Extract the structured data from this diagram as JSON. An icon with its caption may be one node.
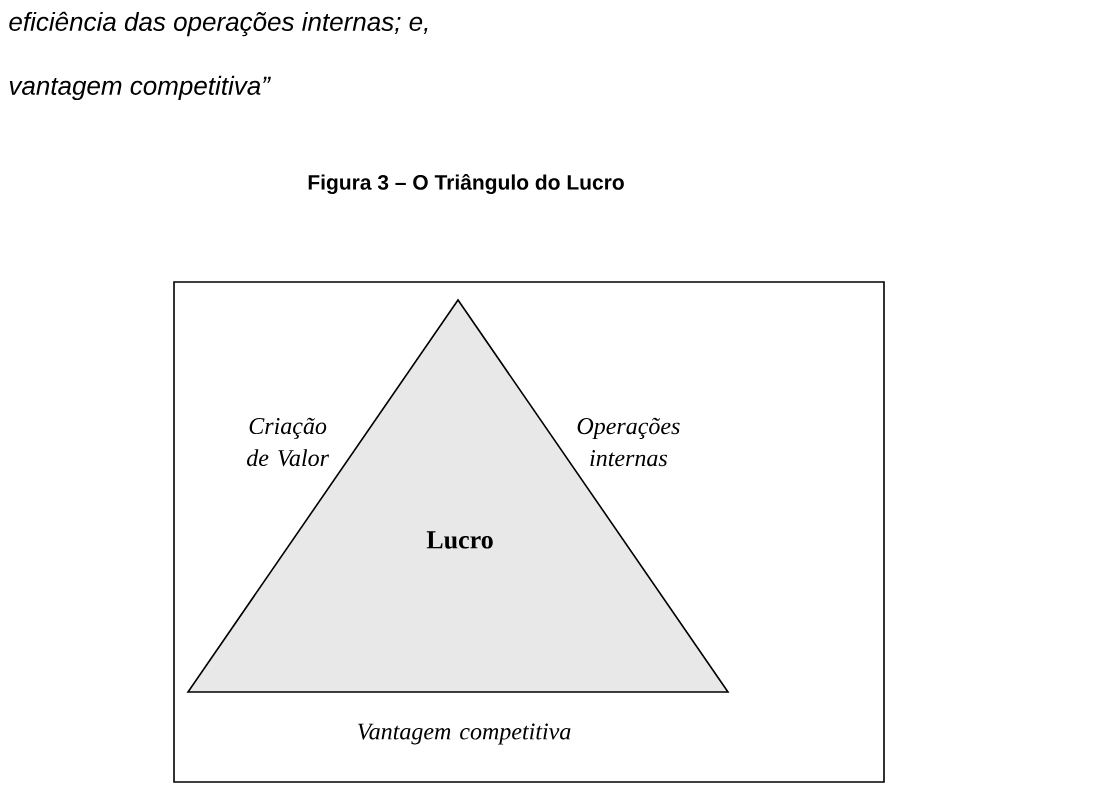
{
  "diagram": {
    "title": "Figura 3 – O Triângulo do Lucro",
    "nodes": [
      {
        "text": [],
        "shape": "box"
      },
      {
        "text": [
          "Lucro"
        ],
        "in": 0,
        "beside": [
          "Criação de Valor",
          "Operações internas",
          "Vantagem competitiva"
        ]
      }
    ],
    "edges": [],
    "labels": [
      "eficiência das operações internas; e,",
      "vantagem competitiva”"
    ]
  }
}
